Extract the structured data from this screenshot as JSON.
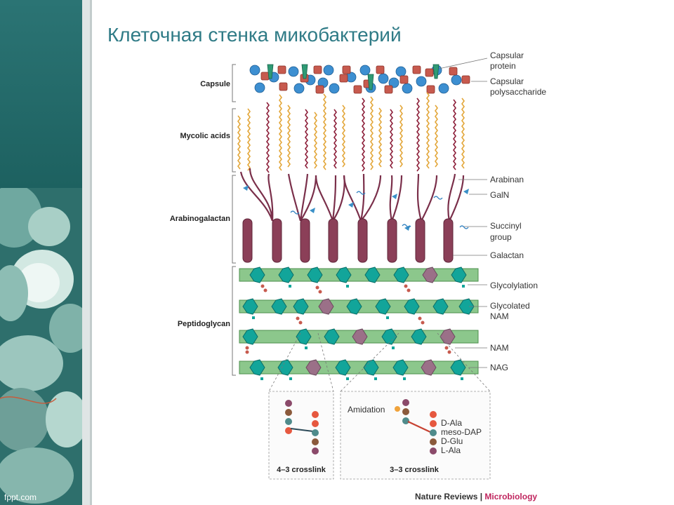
{
  "slide": {
    "title": "Клеточная стенка микобактерий",
    "footer_logo_text": "fppt.com",
    "colors": {
      "accent": "#2f7b86",
      "sidebar": "#1f6362"
    }
  },
  "figure": {
    "layers": {
      "capsule": "Capsule",
      "mycolic_acids": "Mycolic acids",
      "arabinogalactan": "Arabinogalactan",
      "peptidoglycan": "Peptidoglycan"
    },
    "legend": {
      "capsular_protein_1": "Capsular",
      "capsular_protein_2": "protein",
      "capsular_polysaccharide_1": "Capsular",
      "capsular_polysaccharide_2": "polysaccharide",
      "arabinan": "Arabinan",
      "galn": "GalN",
      "succinyl_1": "Succinyl",
      "succinyl_2": "group",
      "galactan": "Galactan",
      "glycolylation": "Glycolylation",
      "glycolated_nam_1": "Glycolated",
      "glycolated_nam_2": "NAM",
      "nam": "NAM",
      "nag": "NAG"
    },
    "insets": {
      "left_caption": "4–3 crosslink",
      "right_caption": "3–3 crosslink",
      "amidation": "Amidation",
      "residues": [
        "D-Ala",
        "meso-DAP",
        "D-Glu",
        "L-Ala"
      ]
    },
    "credit": {
      "publisher": "Nature Reviews",
      "separator": "|",
      "journal": "Microbiology"
    }
  }
}
